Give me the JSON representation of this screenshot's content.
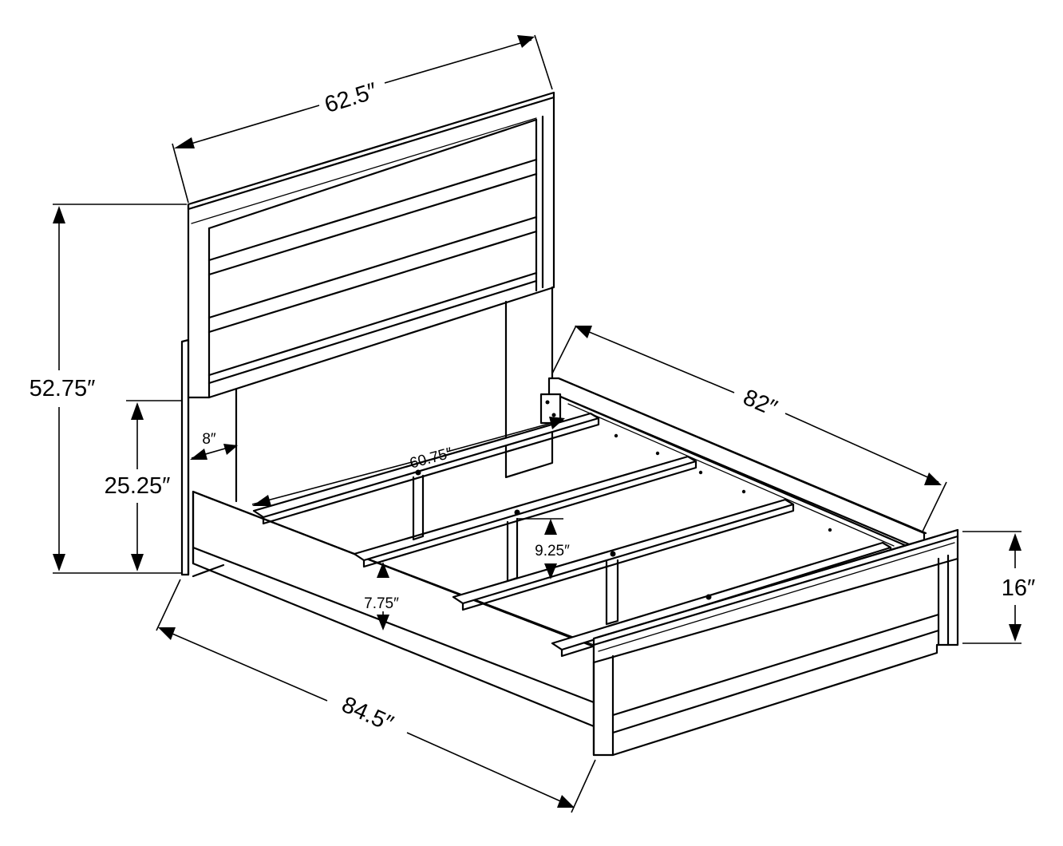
{
  "dimensions": {
    "headboard_width": "62.5″",
    "overall_height": "52.75″",
    "side_rail_height": "25.25″",
    "headboard_depth": "8″",
    "inner_width": "60.75″",
    "overall_length": "82″",
    "slat_clearance": "9.25″",
    "rail_height": "7.75″",
    "footboard_height": "16″",
    "overall_depth": "84.5″"
  }
}
